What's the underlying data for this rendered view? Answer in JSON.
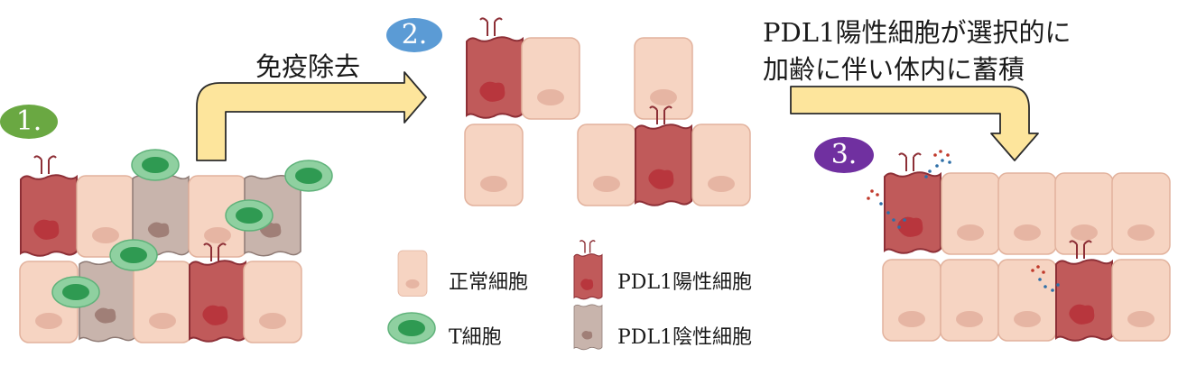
{
  "steps": [
    {
      "label": "1.",
      "color": "#6aa842"
    },
    {
      "label": "2.",
      "color": "#5b9bd5"
    },
    {
      "label": "3.",
      "color": "#7030a0"
    }
  ],
  "captions": {
    "immune_clearance": "免疫除去",
    "accumulation_line1": "PDL1陽性細胞が選択的に",
    "accumulation_line2": "加齢に伴い体内に蓄積"
  },
  "legend": {
    "normal_cell": "正常細胞",
    "t_cell": "T細胞",
    "pdl1_positive": "PDL1陽性細胞",
    "pdl1_negative": "PDL1陰性細胞"
  },
  "colors": {
    "normal_cell_fill": "#f6d4c2",
    "normal_cell_stroke": "#e2b29d",
    "normal_nucleus": "#e6b5a3",
    "pdl1_pos_fill": "#c05a5a",
    "pdl1_pos_stroke": "#8d2f36",
    "pdl1_pos_nucleus": "#b8363d",
    "pdl1_neg_fill": "#c8b4ac",
    "pdl1_neg_stroke": "#8e7a74",
    "pdl1_neg_nucleus": "#a07f77",
    "t_cell_outer": "#8fd0a0",
    "t_cell_inner": "#2f9a52",
    "arrow_fill": "#fde59c",
    "arrow_stroke": "#2b2b2b",
    "pdl1_receptor": "#8d2f36",
    "secreted_red": "#c0392b",
    "secreted_blue": "#2e6fa7"
  },
  "icons": {
    "receptor": "pdl1-receptor-icon",
    "arrow": "process-arrow-icon"
  }
}
